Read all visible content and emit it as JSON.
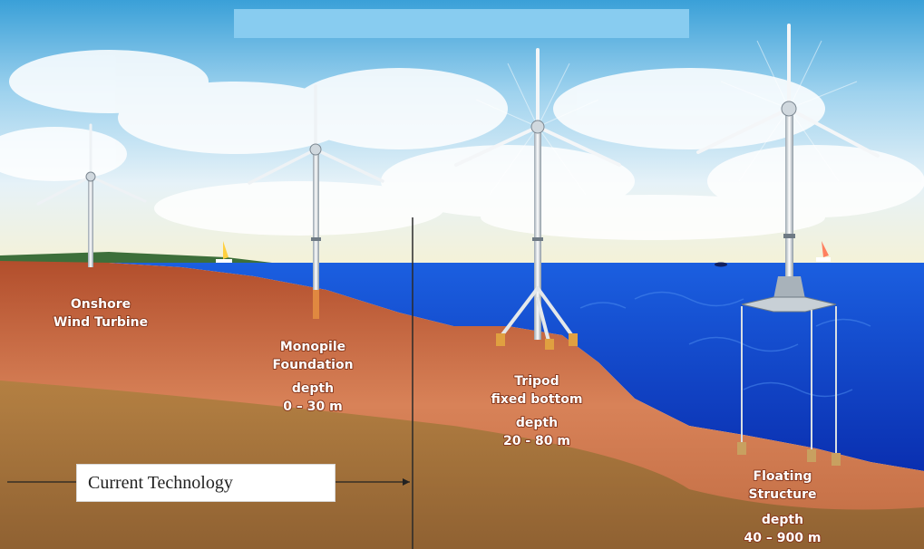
{
  "labels": {
    "onshore": [
      "Onshore",
      "Wind Turbine"
    ],
    "monopile": [
      "Monopile",
      "Foundation",
      "depth",
      "0 – 30 m"
    ],
    "tripod": [
      "Tripod",
      "fixed bottom",
      "depth",
      "20 - 80 m"
    ],
    "floating": [
      "Floating",
      "Structure",
      "depth",
      "40 – 900 m"
    ]
  },
  "current_technology": "Current Technology",
  "colors": {
    "sky_top": "#3aa0d8",
    "sea": "#1448c8",
    "seabed": "#c46038",
    "deep_earth": "#a8783a",
    "title_bar": "#88ccf0"
  }
}
